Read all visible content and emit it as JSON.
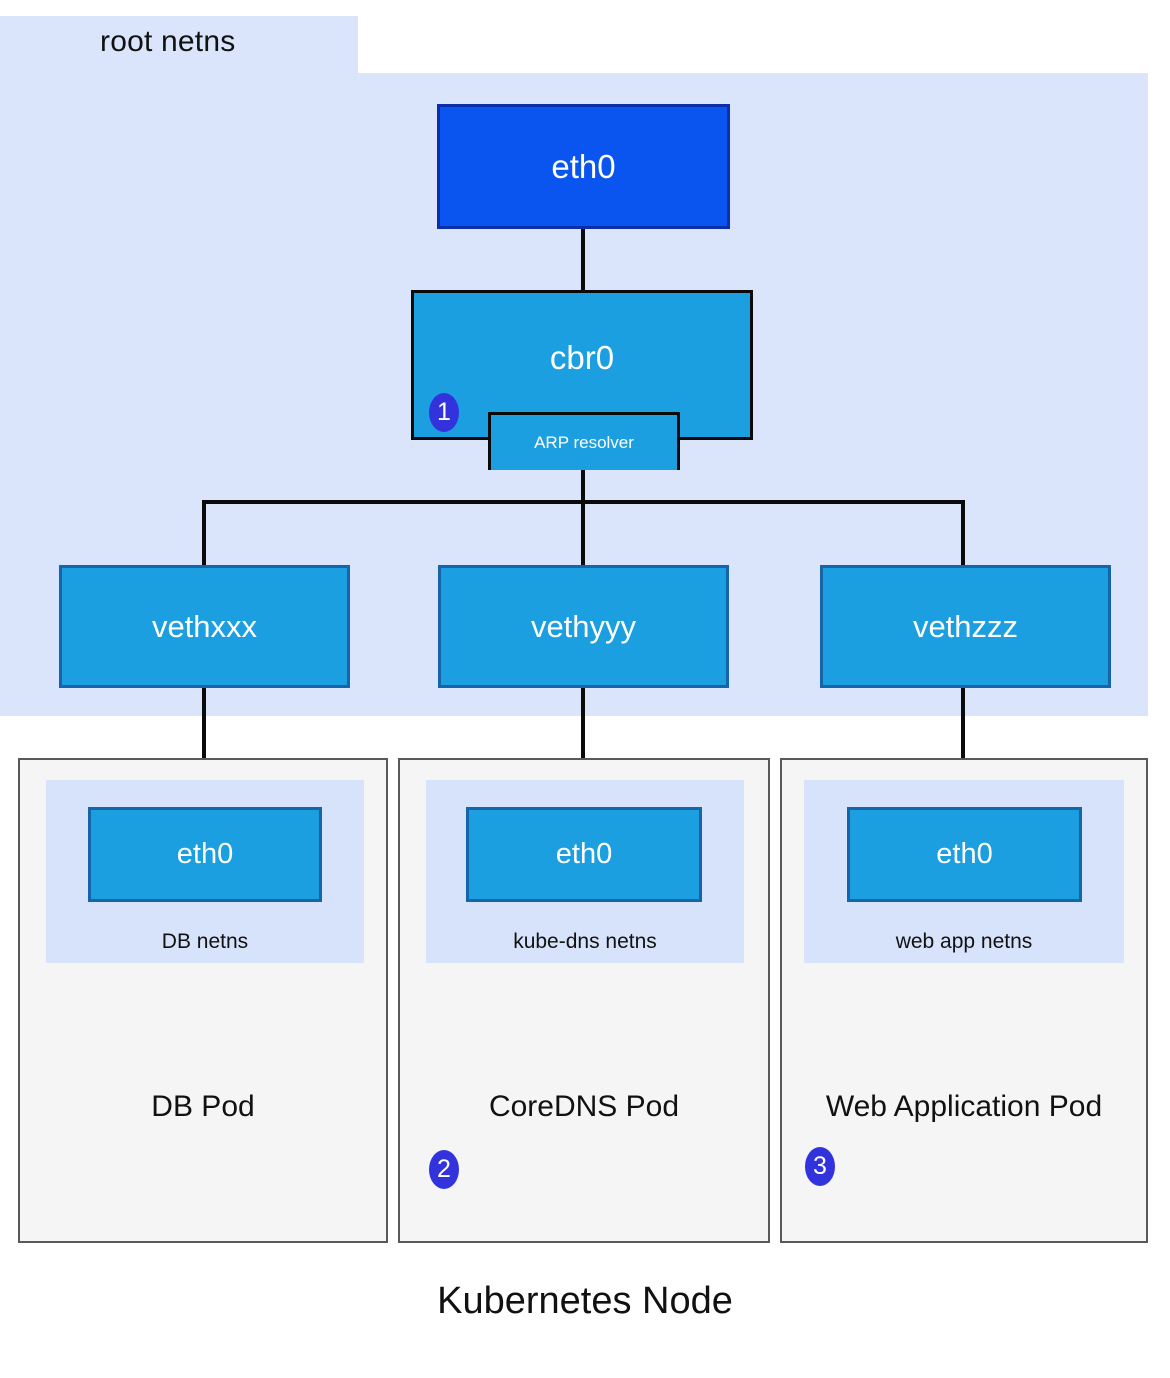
{
  "diagram": {
    "caption": "Kubernetes Node",
    "root_netns": {
      "label": "root netns",
      "background_color": "#dae5fc"
    },
    "nodes": {
      "host_nic": {
        "label": "eth0",
        "fill": "#0a54ef",
        "stroke": "#0b2fa8"
      },
      "bridge": {
        "label": "cbr0",
        "fill": "#1c9fe0",
        "stroke": "#0a0a0a"
      },
      "arp_resolver": {
        "label": "ARP resolver",
        "fill": "#1c9fe0",
        "stroke": "#0a0a0a"
      },
      "veths": [
        {
          "label": "vethxxx"
        },
        {
          "label": "vethyyy"
        },
        {
          "label": "vethzzz"
        }
      ]
    },
    "pods": [
      {
        "title": "DB Pod",
        "netns_label": "DB netns",
        "interface_label": "eth0",
        "badge": null
      },
      {
        "title": "CoreDNS Pod",
        "netns_label": "kube-dns netns",
        "interface_label": "eth0",
        "badge": "2"
      },
      {
        "title": "Web Application Pod",
        "netns_label": "web app netns",
        "interface_label": "eth0",
        "badge": "3"
      }
    ],
    "badges": {
      "bridge_arp": "1",
      "coredns_pod": "2",
      "webapp_pod": "3"
    },
    "colors": {
      "accent_blue": "#1c9fe0",
      "deep_blue": "#0a54ef",
      "badge_blue": "#3333dd",
      "netns_blue": "#dae5fc",
      "pod_gray": "#f5f5f5",
      "pod_border": "#595959",
      "line_black": "#0a0a0a"
    }
  }
}
